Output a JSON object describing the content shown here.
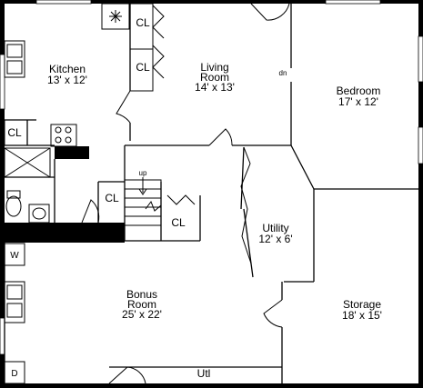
{
  "rooms": {
    "kitchen": {
      "name": "Kitchen",
      "dims": "13' x 12'"
    },
    "living": {
      "name1": "Living",
      "name2": "Room",
      "dims": "14' x 13'"
    },
    "bedroom": {
      "name": "Bedroom",
      "dims": "17' x 12'"
    },
    "utility": {
      "name": "Utility",
      "dims": "12' x 6'"
    },
    "bonus": {
      "name1": "Bonus",
      "name2": "Room",
      "dims": "25' x 22'"
    },
    "storage": {
      "name": "Storage",
      "dims": "18' x 15'"
    }
  },
  "closets": {
    "cl1": "CL",
    "cl2": "CL",
    "cl3": "CL",
    "cl4": "CL",
    "cl5": "CL"
  },
  "stairs": {
    "up": "up",
    "dn": "dn"
  },
  "appliances": {
    "washer": "W",
    "dryer": "D",
    "utl": "Utl"
  },
  "icons": {
    "freezer": "snowflake-icon",
    "stove": "stove-icon",
    "sink": "sink-icon",
    "toilet": "toilet-icon",
    "shower": "shower-icon"
  }
}
